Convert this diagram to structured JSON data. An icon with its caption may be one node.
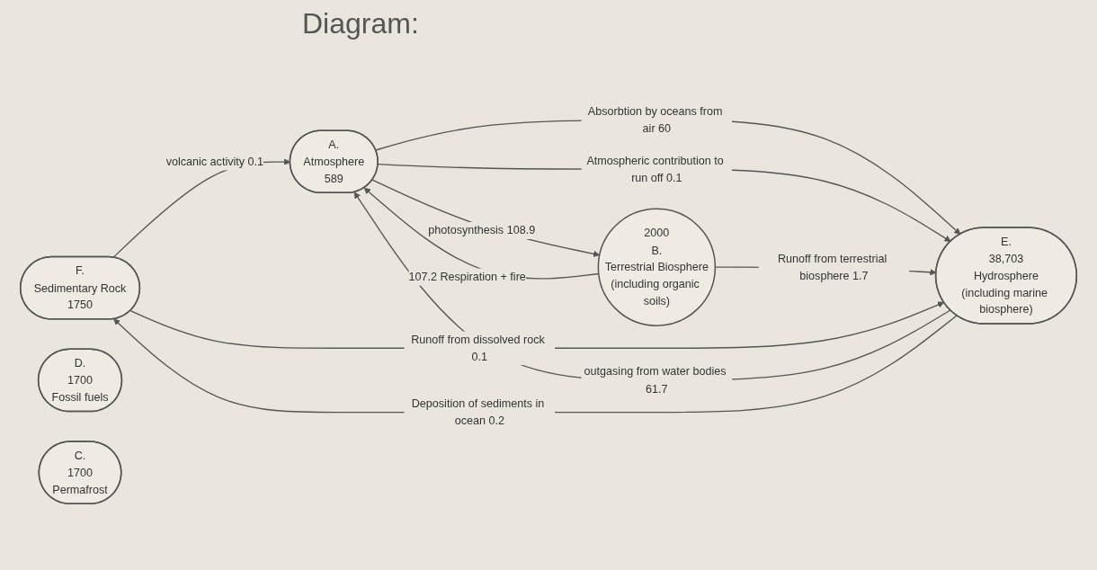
{
  "diagram": {
    "title": "Diagram:",
    "nodes": [
      {
        "text": [
          "F.",
          "Sedimentary Rock",
          "1750"
        ]
      },
      {
        "text": [
          "A.",
          "Atmosphere",
          "589"
        ]
      },
      {
        "text": [
          "2000",
          "B.",
          "Terrestrial Biosphere",
          "(including organic soils)"
        ]
      },
      {
        "text": [
          "E.",
          "38,703",
          "Hydrosphere",
          "(including marine biosphere)"
        ]
      },
      {
        "text": [
          "D.",
          "1700",
          "Fossil fuels"
        ]
      },
      {
        "text": [
          "C.",
          "1700",
          "Permafrost"
        ]
      }
    ],
    "edges": [
      {
        "from": 0,
        "to": 1,
        "arrow": "to",
        "label": "volcanic activity 0.1"
      },
      {
        "from": 1,
        "to": 2,
        "arrow": "to",
        "label": "photosynthesis 108.9"
      },
      {
        "from": 2,
        "to": 1,
        "arrow": "to",
        "label": "107.2 Respiration + fire"
      },
      {
        "from": 3,
        "to": 1,
        "arrow": "to",
        "label": "outgasing from water bodies 61.7"
      },
      {
        "from": 1,
        "to": 3,
        "arrow": "to",
        "label": "Absorbtion by oceans from air 60"
      },
      {
        "from": 1,
        "to": 3,
        "arrow": "to",
        "label": "Atmospheric contribution to run off 0.1"
      },
      {
        "from": 2,
        "to": 3,
        "arrow": "to",
        "label": "Runoff from terrestrial biosphere 1.7"
      },
      {
        "from": 3,
        "to": 0,
        "arrow": "to",
        "label": "Deposition of sediments in ocean 0.2"
      },
      {
        "from": 0,
        "to": 3,
        "arrow": "to",
        "label": "Runoff from dissolved rock 0.1"
      }
    ]
  }
}
